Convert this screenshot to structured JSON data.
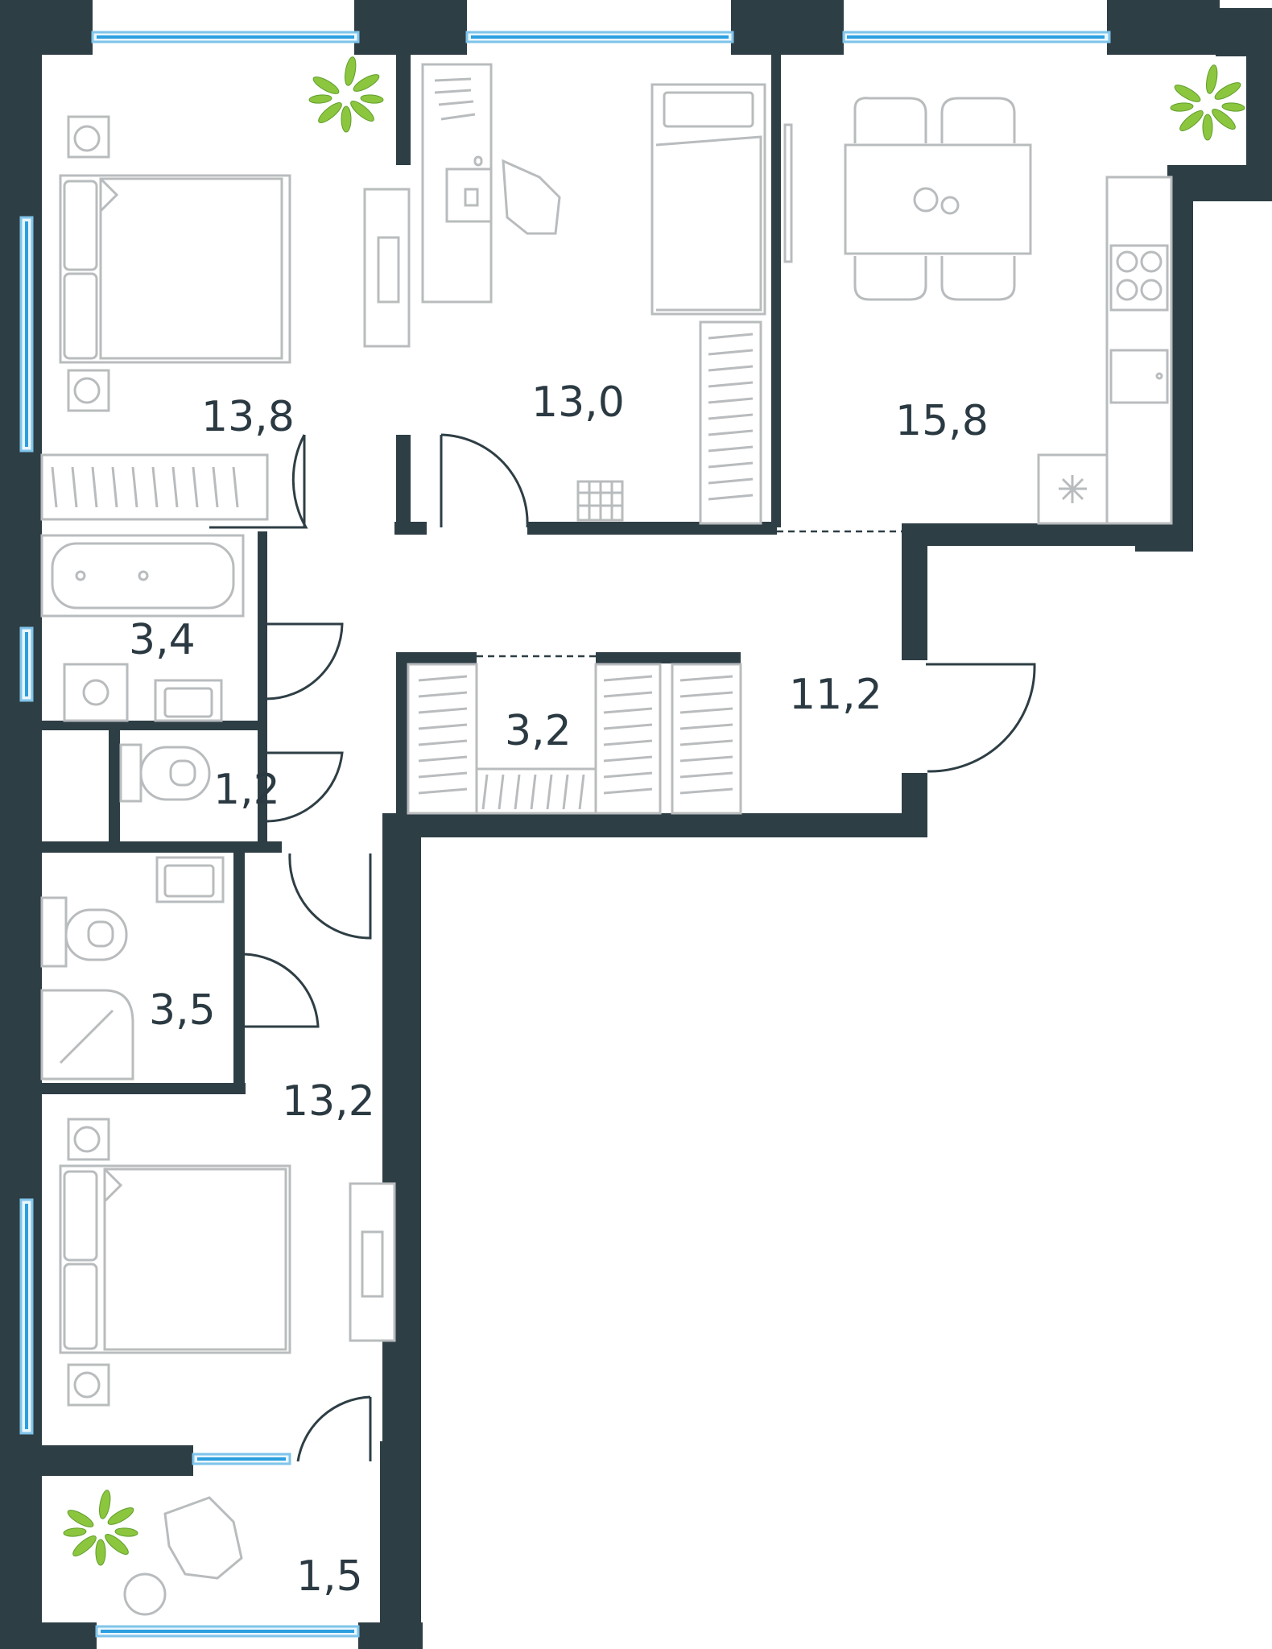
{
  "rooms": {
    "bedroom_1": "13,8",
    "bedroom_2": "13,0",
    "kitchen_living": "15,8",
    "bathroom": "3,4",
    "toilet": "1,2",
    "storage": "3,2",
    "hall": "11,2",
    "shower_room": "3,5",
    "bedroom_3": "13,2",
    "balcony": "1,5"
  },
  "colors": {
    "wall": "#2e3e45",
    "window": "#2b9fe0",
    "furniture": "#b9bcbe",
    "plant": "#8cc63f"
  }
}
